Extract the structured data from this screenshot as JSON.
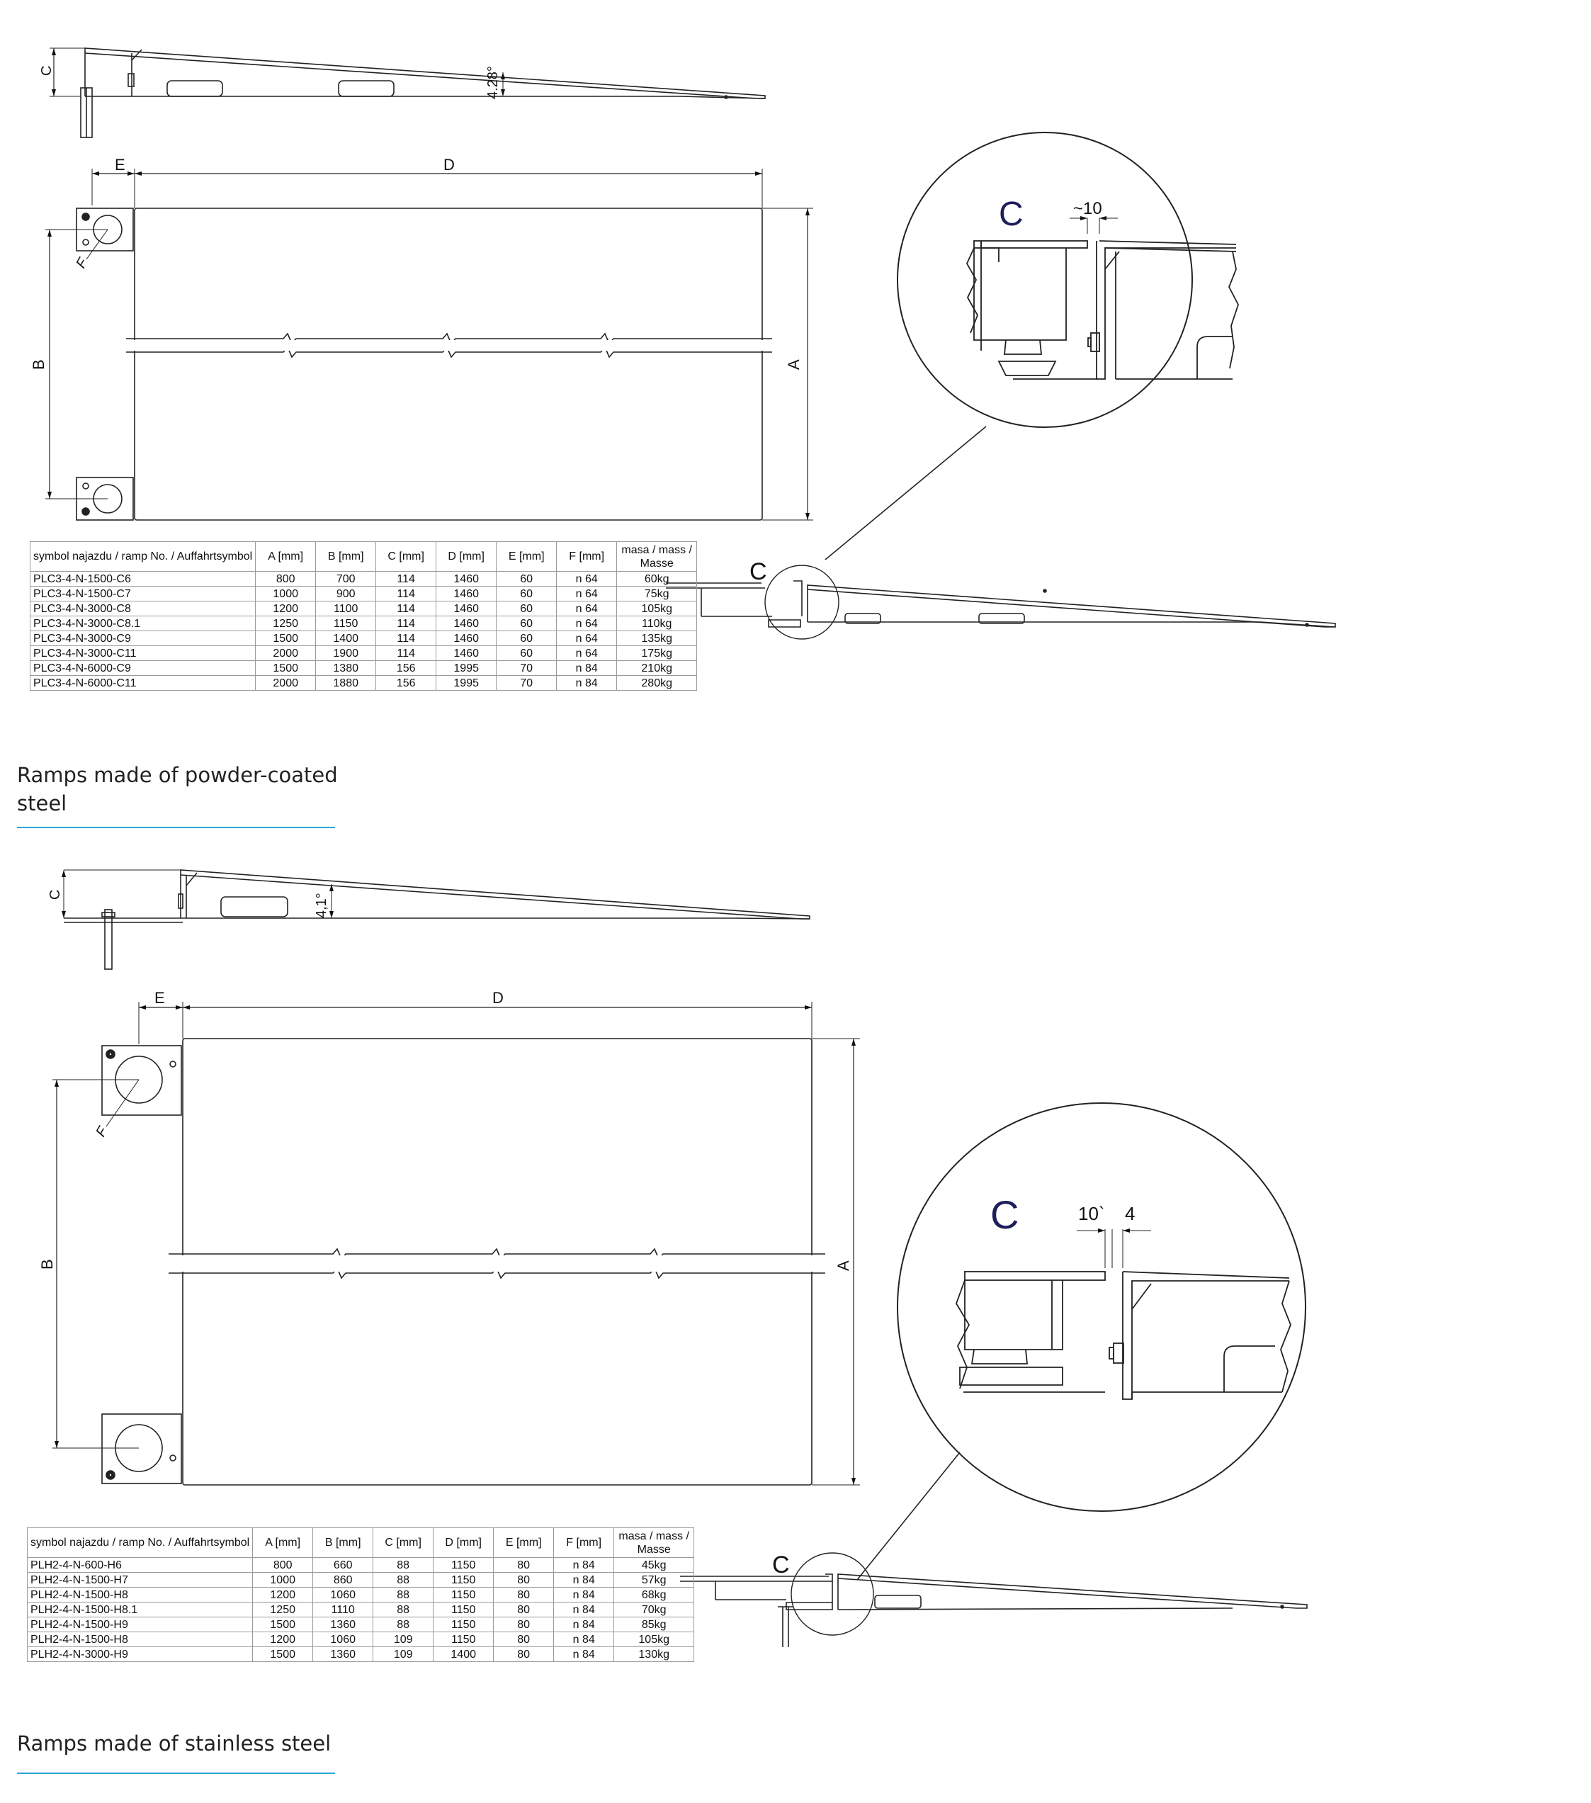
{
  "section1": {
    "caption": "Ramps made of powder-coated steel",
    "side_angle": "4.28°",
    "dim_labels": {
      "A": "A",
      "B": "B",
      "C": "C",
      "D": "D",
      "E": "E",
      "F": "F"
    },
    "detail": {
      "label": "C",
      "gap": "~10",
      "callout": "C"
    },
    "table": {
      "headers": [
        "symbol najazdu / ramp No. / Auffahrtsymbol",
        "A [mm]",
        "B [mm]",
        "C [mm]",
        "D [mm]",
        "E [mm]",
        "F [mm]",
        "masa / mass / Masse"
      ],
      "rows": [
        [
          "PLC3-4-N-1500-C6",
          "800",
          "700",
          "114",
          "1460",
          "60",
          "n 64",
          "60kg"
        ],
        [
          "PLC3-4-N-1500-C7",
          "1000",
          "900",
          "114",
          "1460",
          "60",
          "n 64",
          "75kg"
        ],
        [
          "PLC3-4-N-3000-C8",
          "1200",
          "1100",
          "114",
          "1460",
          "60",
          "n 64",
          "105kg"
        ],
        [
          "PLC3-4-N-3000-C8.1",
          "1250",
          "1150",
          "114",
          "1460",
          "60",
          "n 64",
          "110kg"
        ],
        [
          "PLC3-4-N-3000-C9",
          "1500",
          "1400",
          "114",
          "1460",
          "60",
          "n 64",
          "135kg"
        ],
        [
          "PLC3-4-N-3000-C11",
          "2000",
          "1900",
          "114",
          "1460",
          "60",
          "n 64",
          "175kg"
        ],
        [
          "PLC3-4-N-6000-C9",
          "1500",
          "1380",
          "156",
          "1995",
          "70",
          "n 84",
          "210kg"
        ],
        [
          "PLC3-4-N-6000-C11",
          "2000",
          "1880",
          "156",
          "1995",
          "70",
          "n 84",
          "280kg"
        ]
      ]
    }
  },
  "section2": {
    "caption": "Ramps made of stainless steel",
    "side_angle": "4,1°",
    "dim_labels": {
      "A": "A",
      "B": "B",
      "C": "C",
      "D": "D",
      "E": "E",
      "F": "F"
    },
    "detail": {
      "label": "C",
      "gap_a": "10`",
      "gap_b": "4",
      "callout": "C"
    },
    "table": {
      "headers": [
        "symbol najazdu / ramp No. / Auffahrtsymbol",
        "A [mm]",
        "B [mm]",
        "C [mm]",
        "D [mm]",
        "E [mm]",
        "F [mm]",
        "masa / mass / Masse"
      ],
      "rows": [
        [
          "PLH2-4-N-600-H6",
          "800",
          "660",
          "88",
          "1150",
          "80",
          "n 84",
          "45kg"
        ],
        [
          "PLH2-4-N-1500-H7",
          "1000",
          "860",
          "88",
          "1150",
          "80",
          "n 84",
          "57kg"
        ],
        [
          "PLH2-4-N-1500-H8",
          "1200",
          "1060",
          "88",
          "1150",
          "80",
          "n 84",
          "68kg"
        ],
        [
          "PLH2-4-N-1500-H8.1",
          "1250",
          "1110",
          "88",
          "1150",
          "80",
          "n 84",
          "70kg"
        ],
        [
          "PLH2-4-N-1500-H9",
          "1500",
          "1360",
          "88",
          "1150",
          "80",
          "n 84",
          "85kg"
        ],
        [
          "PLH2-4-N-1500-H8",
          "1200",
          "1060",
          "109",
          "1150",
          "80",
          "n 84",
          "105kg"
        ],
        [
          "PLH2-4-N-3000-H9",
          "1500",
          "1360",
          "109",
          "1400",
          "80",
          "n 84",
          "130kg"
        ]
      ]
    }
  }
}
